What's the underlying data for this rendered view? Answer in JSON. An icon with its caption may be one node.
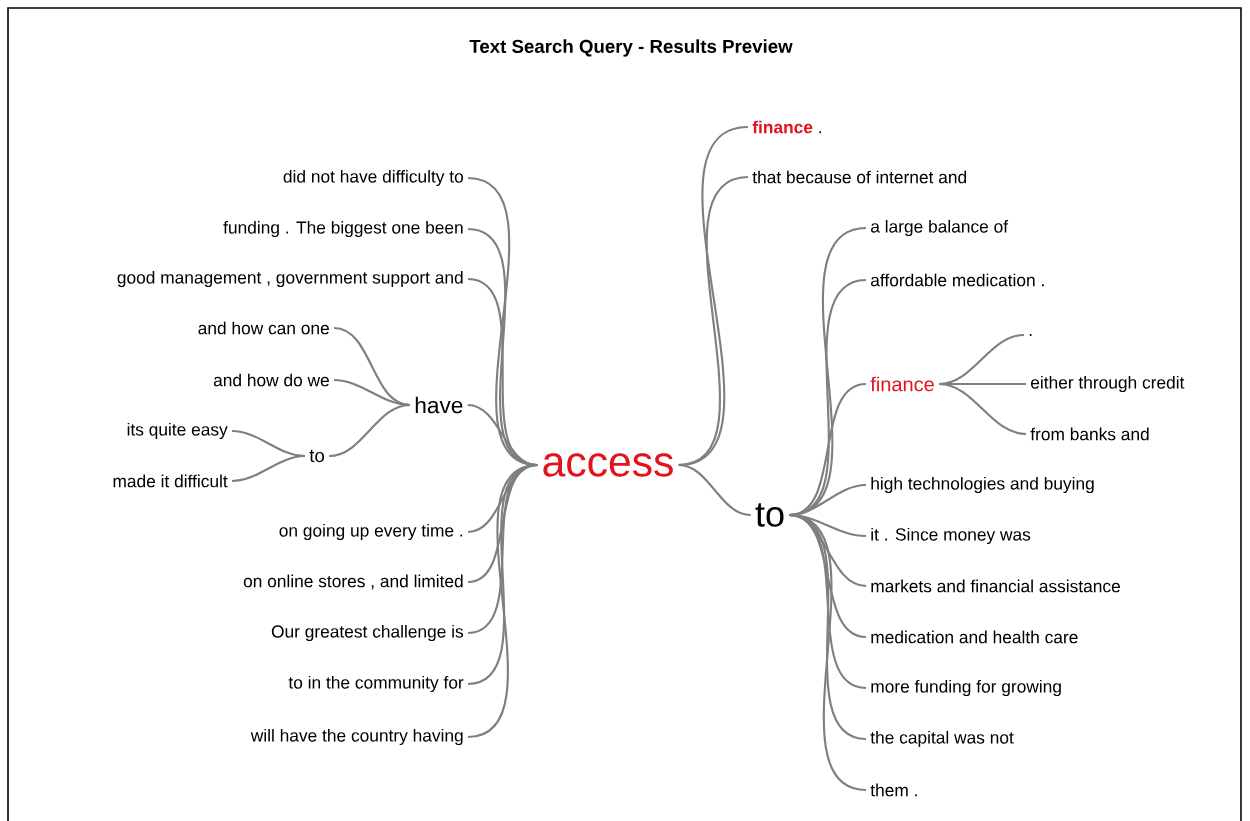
{
  "diagram": {
    "title": "Text Search Query - Results Preview",
    "nodes": [
      {
        "text": [
          "access"
        ]
      },
      {
        "text": [
          "did not have difficulty to"
        ]
      },
      {
        "text": [
          "funding . The biggest one been"
        ]
      },
      {
        "text": [
          "good management , government support and"
        ]
      },
      {
        "text": [
          "and how can one"
        ]
      },
      {
        "text": [
          "and how do we"
        ]
      },
      {
        "text": [
          "have"
        ]
      },
      {
        "text": [
          "its quite easy"
        ]
      },
      {
        "text": [
          "to"
        ]
      },
      {
        "text": [
          "made it difficult"
        ]
      },
      {
        "text": [
          "on going up every time ."
        ]
      },
      {
        "text": [
          "on online stores , and limited"
        ]
      },
      {
        "text": [
          "Our greatest challenge is"
        ]
      },
      {
        "text": [
          "to in the community for"
        ]
      },
      {
        "text": [
          "will have the country having"
        ]
      },
      {
        "text": [
          "finance",
          "."
        ]
      },
      {
        "text": [
          "that because of internet and"
        ]
      },
      {
        "text": [
          "to"
        ]
      },
      {
        "text": [
          "a large balance of"
        ]
      },
      {
        "text": [
          "affordable medication ."
        ]
      },
      {
        "text": [
          "finance"
        ]
      },
      {
        "text": [
          "."
        ]
      },
      {
        "text": [
          "either through credit"
        ]
      },
      {
        "text": [
          "from banks and"
        ]
      },
      {
        "text": [
          "high technologies and buying"
        ]
      },
      {
        "text": [
          "it . Since money was"
        ]
      },
      {
        "text": [
          "markets and financial assistance"
        ]
      },
      {
        "text": [
          "medication and health care"
        ]
      },
      {
        "text": [
          "more funding for growing"
        ]
      },
      {
        "text": [
          "the capital was not"
        ]
      },
      {
        "text": [
          "them ."
        ]
      }
    ],
    "edges": [
      {
        "from": 0,
        "to": 1,
        "arrow": "none"
      },
      {
        "from": 0,
        "to": 2,
        "arrow": "none"
      },
      {
        "from": 0,
        "to": 3,
        "arrow": "none"
      },
      {
        "from": 0,
        "to": 6,
        "arrow": "none"
      },
      {
        "from": 6,
        "to": 4,
        "arrow": "none"
      },
      {
        "from": 6,
        "to": 5,
        "arrow": "none"
      },
      {
        "from": 6,
        "to": 8,
        "arrow": "none"
      },
      {
        "from": 8,
        "to": 7,
        "arrow": "none"
      },
      {
        "from": 8,
        "to": 9,
        "arrow": "none"
      },
      {
        "from": 0,
        "to": 10,
        "arrow": "none"
      },
      {
        "from": 0,
        "to": 11,
        "arrow": "none"
      },
      {
        "from": 0,
        "to": 12,
        "arrow": "none"
      },
      {
        "from": 0,
        "to": 13,
        "arrow": "none"
      },
      {
        "from": 0,
        "to": 14,
        "arrow": "none"
      },
      {
        "from": 0,
        "to": 15,
        "arrow": "none"
      },
      {
        "from": 0,
        "to": 16,
        "arrow": "none"
      },
      {
        "from": 0,
        "to": 17,
        "arrow": "none"
      },
      {
        "from": 17,
        "to": 18,
        "arrow": "none"
      },
      {
        "from": 17,
        "to": 19,
        "arrow": "none"
      },
      {
        "from": 17,
        "to": 20,
        "arrow": "none"
      },
      {
        "from": 20,
        "to": 21,
        "arrow": "none"
      },
      {
        "from": 20,
        "to": 22,
        "arrow": "none"
      },
      {
        "from": 20,
        "to": 23,
        "arrow": "none"
      },
      {
        "from": 17,
        "to": 24,
        "arrow": "none"
      },
      {
        "from": 17,
        "to": 25,
        "arrow": "none"
      },
      {
        "from": 17,
        "to": 26,
        "arrow": "none"
      },
      {
        "from": 17,
        "to": 27,
        "arrow": "none"
      },
      {
        "from": 17,
        "to": 28,
        "arrow": "none"
      },
      {
        "from": 17,
        "to": 29,
        "arrow": "none"
      },
      {
        "from": 17,
        "to": 30,
        "arrow": "none"
      }
    ]
  }
}
